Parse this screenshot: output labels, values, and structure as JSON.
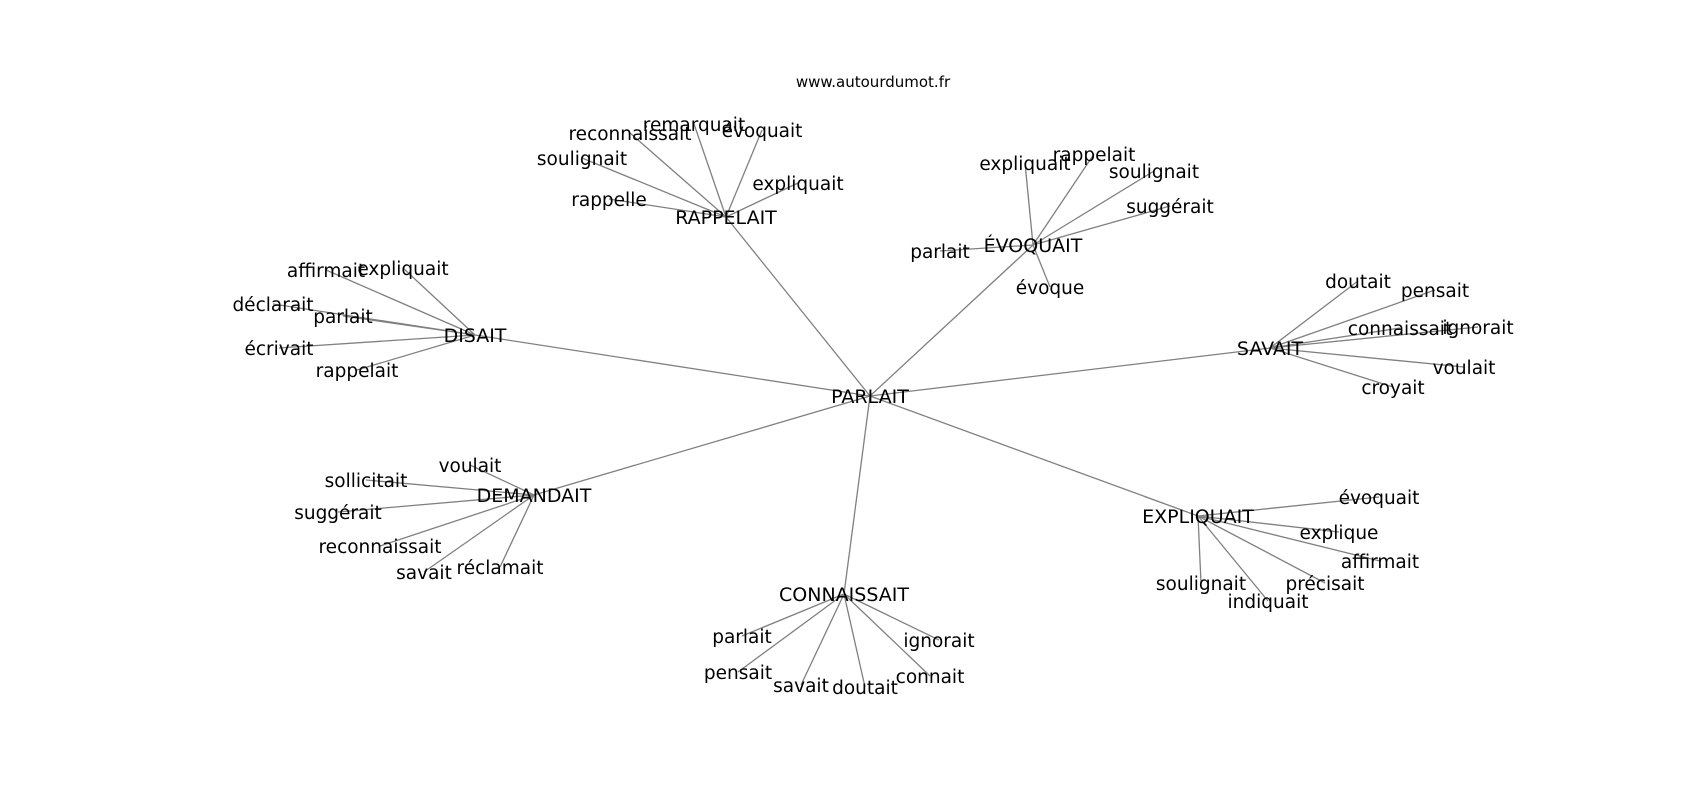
{
  "site": "www.autourdumot.fr",
  "center": {
    "id": "parlait",
    "label": "PARLAIT"
  },
  "clusters": [
    {
      "id": "rappelait",
      "label": "RAPPELAIT",
      "leaves": [
        "remarquait",
        "reconnaissait",
        "évoquait",
        "soulignait",
        "expliquait",
        "rappelle"
      ]
    },
    {
      "id": "evoquait",
      "label": "ÉVOQUAIT",
      "leaves": [
        "expliquait",
        "rappelait",
        "soulignait",
        "suggérait",
        "parlait",
        "évoque"
      ]
    },
    {
      "id": "disait",
      "label": "DISAIT",
      "leaves": [
        "affirmait",
        "expliquait",
        "déclarait",
        "parlait",
        "écrivait",
        "rappelait"
      ]
    },
    {
      "id": "savait",
      "label": "SAVAIT",
      "leaves": [
        "doutait",
        "pensait",
        "connaissait",
        "ignorait",
        "voulait",
        "croyait"
      ]
    },
    {
      "id": "demandait",
      "label": "DEMANDAIT",
      "leaves": [
        "voulait",
        "sollicitait",
        "suggérait",
        "reconnaissait",
        "savait",
        "réclamait"
      ]
    },
    {
      "id": "expliquait",
      "label": "EXPLIQUAIT",
      "leaves": [
        "évoquait",
        "explique",
        "affirmait",
        "soulignait",
        "précisait",
        "indiquait"
      ]
    },
    {
      "id": "connaissait",
      "label": "CONNAISSAIT",
      "leaves": [
        "parlait",
        "ignorait",
        "pensait",
        "savait",
        "doutait",
        "connait"
      ]
    }
  ]
}
